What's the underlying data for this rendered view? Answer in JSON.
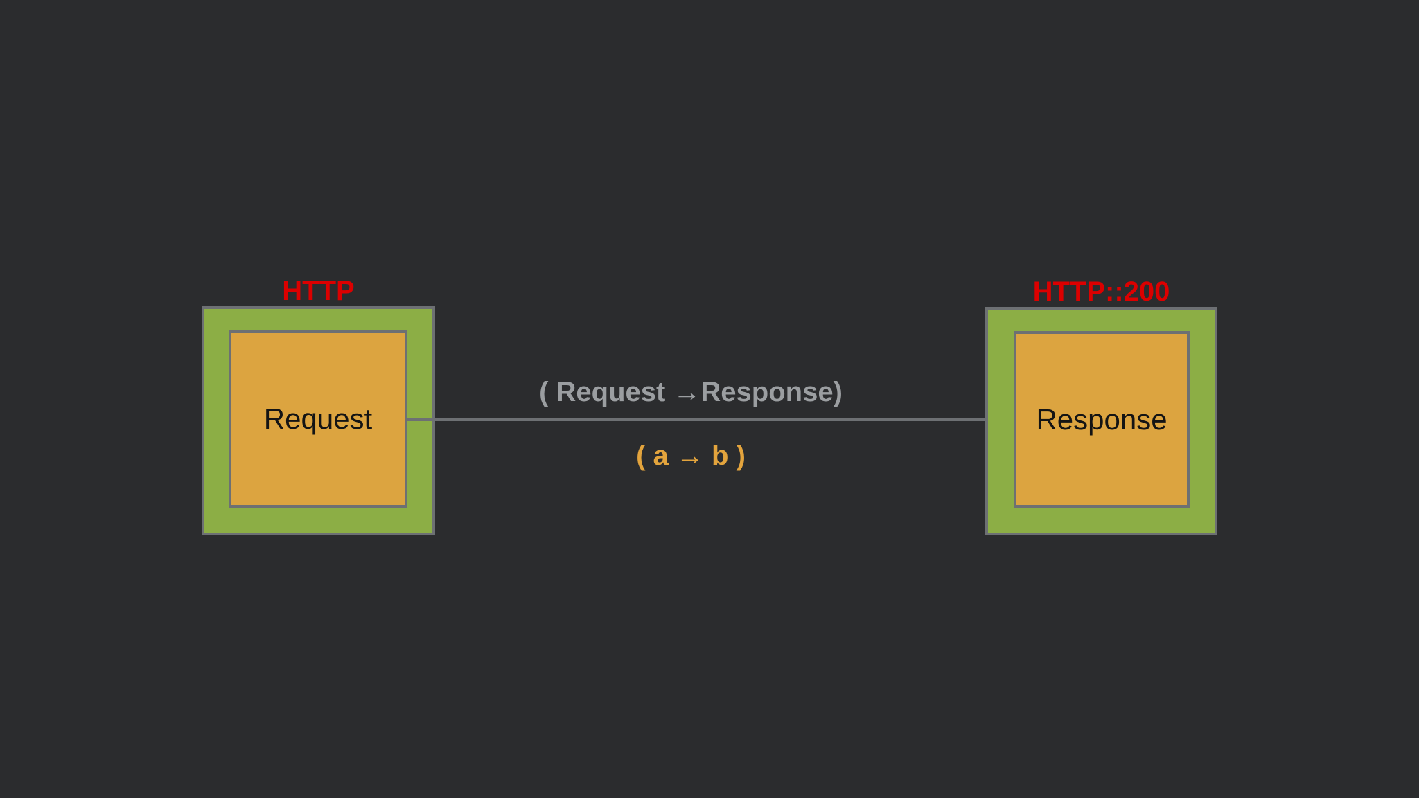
{
  "diagram": {
    "left_node": {
      "title": "HTTP",
      "label": "Request"
    },
    "right_node": {
      "title": "HTTP::200",
      "label": "Response"
    },
    "edge": {
      "top_label": "( Request →Response)",
      "bottom_label": "( a → b )"
    },
    "colors": {
      "background": "#2b2c2e",
      "node_frame_green": "#8cae45",
      "node_fill_orange": "#dca440",
      "border_gray": "#6d7073",
      "edge_line_gray": "#6d7073",
      "title_red": "#dc0000",
      "edge_top_text_gray": "#9b9ea1",
      "edge_bottom_text_orange": "#e3a43d",
      "node_text_black": "#141414"
    }
  }
}
